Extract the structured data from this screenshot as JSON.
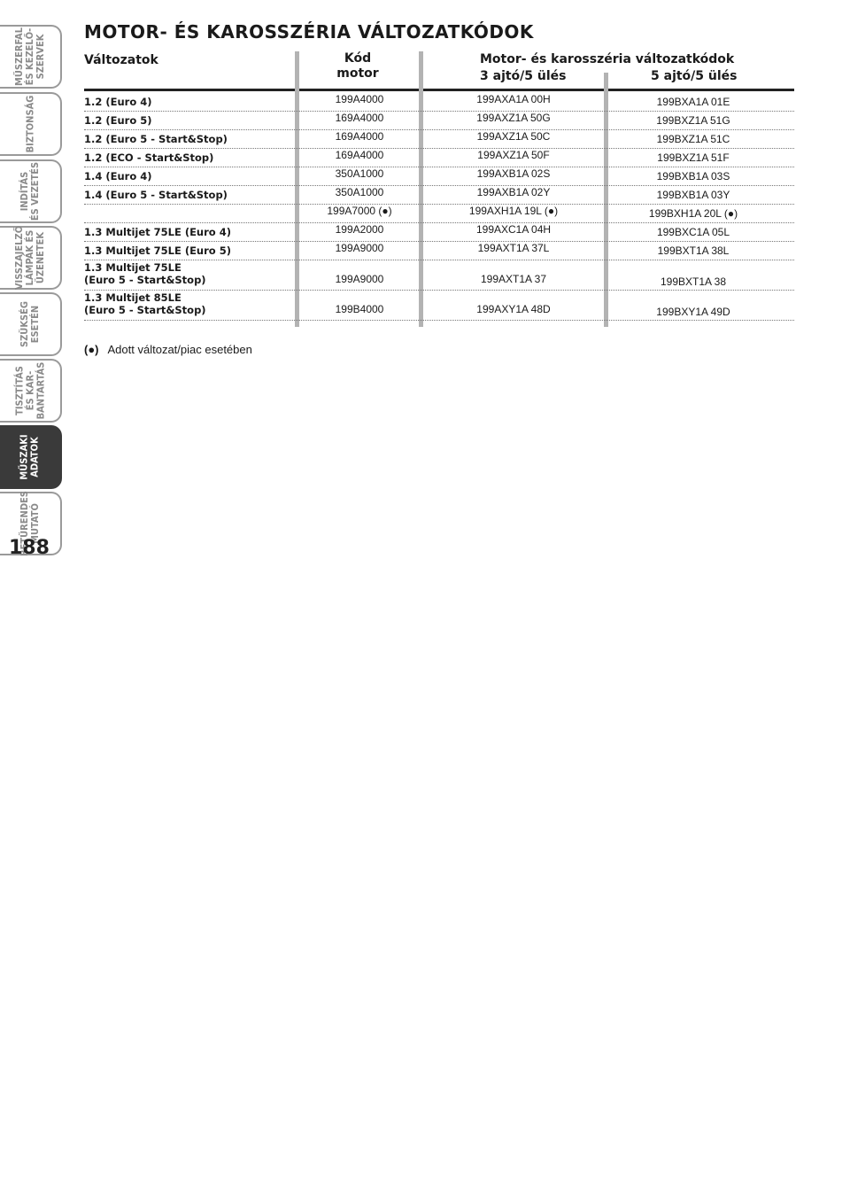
{
  "side_tabs": [
    {
      "label": "MŰSZERFAL\nÉS KEZELŐ-\nSZERVEK",
      "active": false
    },
    {
      "label": "BIZTONSÁG",
      "active": false
    },
    {
      "label": "INDÍTÁS\nÉS VEZETÉS",
      "active": false
    },
    {
      "label": "VISSZAJELZŐ\nLÁMPÁK ÉS\nÜZENETEK",
      "active": false
    },
    {
      "label": "SZÜKSÉG\nESETÉN",
      "active": false
    },
    {
      "label": "TISZTÍTÁS\nÉS KAR-\nBANTARTÁS",
      "active": false
    },
    {
      "label": "MŰSZAKI\nADATOK",
      "active": true
    },
    {
      "label": "BETŰRENDES\nMUTATÓ",
      "active": false
    }
  ],
  "page_number": "188",
  "title": "MOTOR- ÉS KAROSSZÉRIA VÁLTOZATKÓDOK",
  "headers": {
    "variant": "Változatok",
    "engine_code": "Kód\nmotor",
    "group": "Motor- és karosszéria változatkódok",
    "door3": "3 ajtó/5 ülés",
    "door5": "5 ajtó/5 ülés"
  },
  "rows": [
    {
      "variant": "1.2 (Euro 4)",
      "code": "199A4000",
      "d3": "199AXA1A 00H",
      "d5": "199BXA1A 01E"
    },
    {
      "variant": "1.2 (Euro 5)",
      "code": "169A4000",
      "d3": "199AXZ1A 50G",
      "d5": "199BXZ1A 51G"
    },
    {
      "variant": "1.2 (Euro 5 - Start&Stop)",
      "code": "169A4000",
      "d3": "199AXZ1A 50C",
      "d5": "199BXZ1A 51C"
    },
    {
      "variant": "1.2 (ECO - Start&Stop)",
      "code": "169A4000",
      "d3": "199AXZ1A 50F",
      "d5": "199BXZ1A 51F"
    },
    {
      "variant": "1.4 (Euro 4)",
      "code": "350A1000",
      "d3": "199AXB1A 02S",
      "d5": "199BXB1A 03S"
    },
    {
      "variant": "1.4 (Euro 5 - Start&Stop)",
      "code": "350A1000",
      "d3": "199AXB1A 02Y",
      "d5": "199BXB1A 03Y"
    },
    {
      "variant": "",
      "code": "199A7000 (●)",
      "d3": "199AXH1A 19L (●)",
      "d5": "199BXH1A 20L (●)"
    },
    {
      "variant": "1.3 Multijet 75LE (Euro 4)",
      "code": "199A2000",
      "d3": "199AXC1A 04H",
      "d5": "199BXC1A 05L"
    },
    {
      "variant": "1.3 Multijet 75LE (Euro 5)",
      "code": "199A9000",
      "d3": "199AXT1A 37L",
      "d5": "199BXT1A 38L"
    },
    {
      "variant": "1.3 Multijet 75LE\n(Euro 5 - Start&Stop)",
      "code": "199A9000",
      "d3": "199AXT1A 37",
      "d5": "199BXT1A 38"
    },
    {
      "variant": "1.3 Multijet 85LE\n(Euro 5 - Start&Stop)",
      "code": "199B4000",
      "d3": "199AXY1A 48D",
      "d5": "199BXY1A 49D"
    }
  ],
  "footnote": {
    "mark": "(●)",
    "text": "Adott változat/piac esetében"
  }
}
